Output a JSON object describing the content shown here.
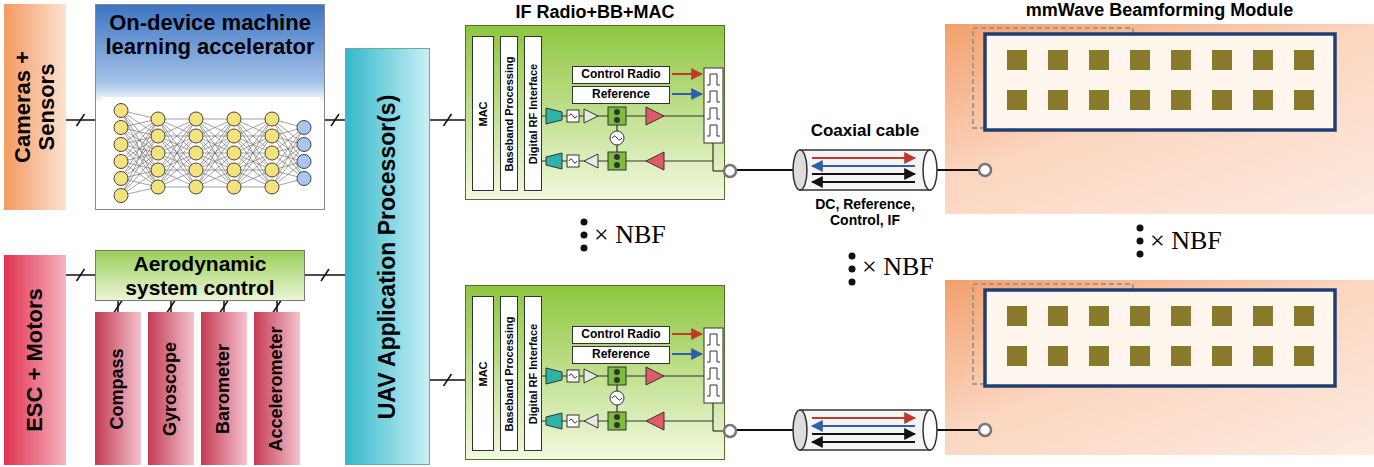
{
  "diagram": {
    "nodes": [
      {
        "text": [
          "Cameras + Sensors"
        ]
      },
      {
        "text": [
          "On-device machine learning accelerator"
        ]
      },
      {
        "text": [
          "ESC + Motors"
        ]
      },
      {
        "text": [
          "Aerodynamic system control"
        ]
      },
      {
        "text": [
          "Compass"
        ]
      },
      {
        "text": [
          "Gyroscope"
        ]
      },
      {
        "text": [
          "Barometer"
        ]
      },
      {
        "text": [
          "Accelerometer"
        ]
      },
      {
        "text": [
          "UAV Application Processor(s)"
        ]
      },
      {
        "text": [
          "IF Radio+BB+MAC"
        ]
      },
      {
        "text": [
          "MAC"
        ],
        "in": 9
      },
      {
        "text": [
          "Baseband Processing"
        ],
        "in": 9
      },
      {
        "text": [
          "Digital RF Interface"
        ],
        "in": 9
      },
      {
        "text": [
          "Control Radio"
        ],
        "in": 9
      },
      {
        "text": [
          "Reference"
        ],
        "in": 9
      },
      {
        "text": []
      },
      {
        "text": [
          "MAC"
        ],
        "in": 15
      },
      {
        "text": [
          "Baseband Processing"
        ],
        "in": 15
      },
      {
        "text": [
          "Digital RF Interface"
        ],
        "in": 15
      },
      {
        "text": [
          "Control Radio"
        ],
        "in": 15
      },
      {
        "text": [
          "Reference"
        ],
        "in": 15
      },
      {
        "text": [
          "mmWave Beamforming Module"
        ]
      },
      {
        "text": []
      }
    ],
    "edges": [
      {
        "from": 0,
        "to": 1,
        "arrow": "none"
      },
      {
        "from": 2,
        "to": 3,
        "arrow": "none"
      },
      {
        "from": 1,
        "to": 8,
        "arrow": "none"
      },
      {
        "from": 3,
        "to": 8,
        "arrow": "none"
      },
      {
        "from": 3,
        "to": 4,
        "arrow": "none"
      },
      {
        "from": 3,
        "to": 5,
        "arrow": "none"
      },
      {
        "from": 3,
        "to": 6,
        "arrow": "none"
      },
      {
        "from": 3,
        "to": 7,
        "arrow": "none"
      },
      {
        "from": 8,
        "to": 9,
        "arrow": "none"
      },
      {
        "from": 8,
        "to": 15,
        "arrow": "none"
      },
      {
        "from": 9,
        "to": 21,
        "arrow": "none"
      },
      {
        "from": 15,
        "to": 22,
        "arrow": "none"
      }
    ],
    "labels": [
      "× NBF",
      "Coaxial cable",
      "DC, Reference, Control, IF",
      "× NBF",
      "× NBF"
    ]
  }
}
